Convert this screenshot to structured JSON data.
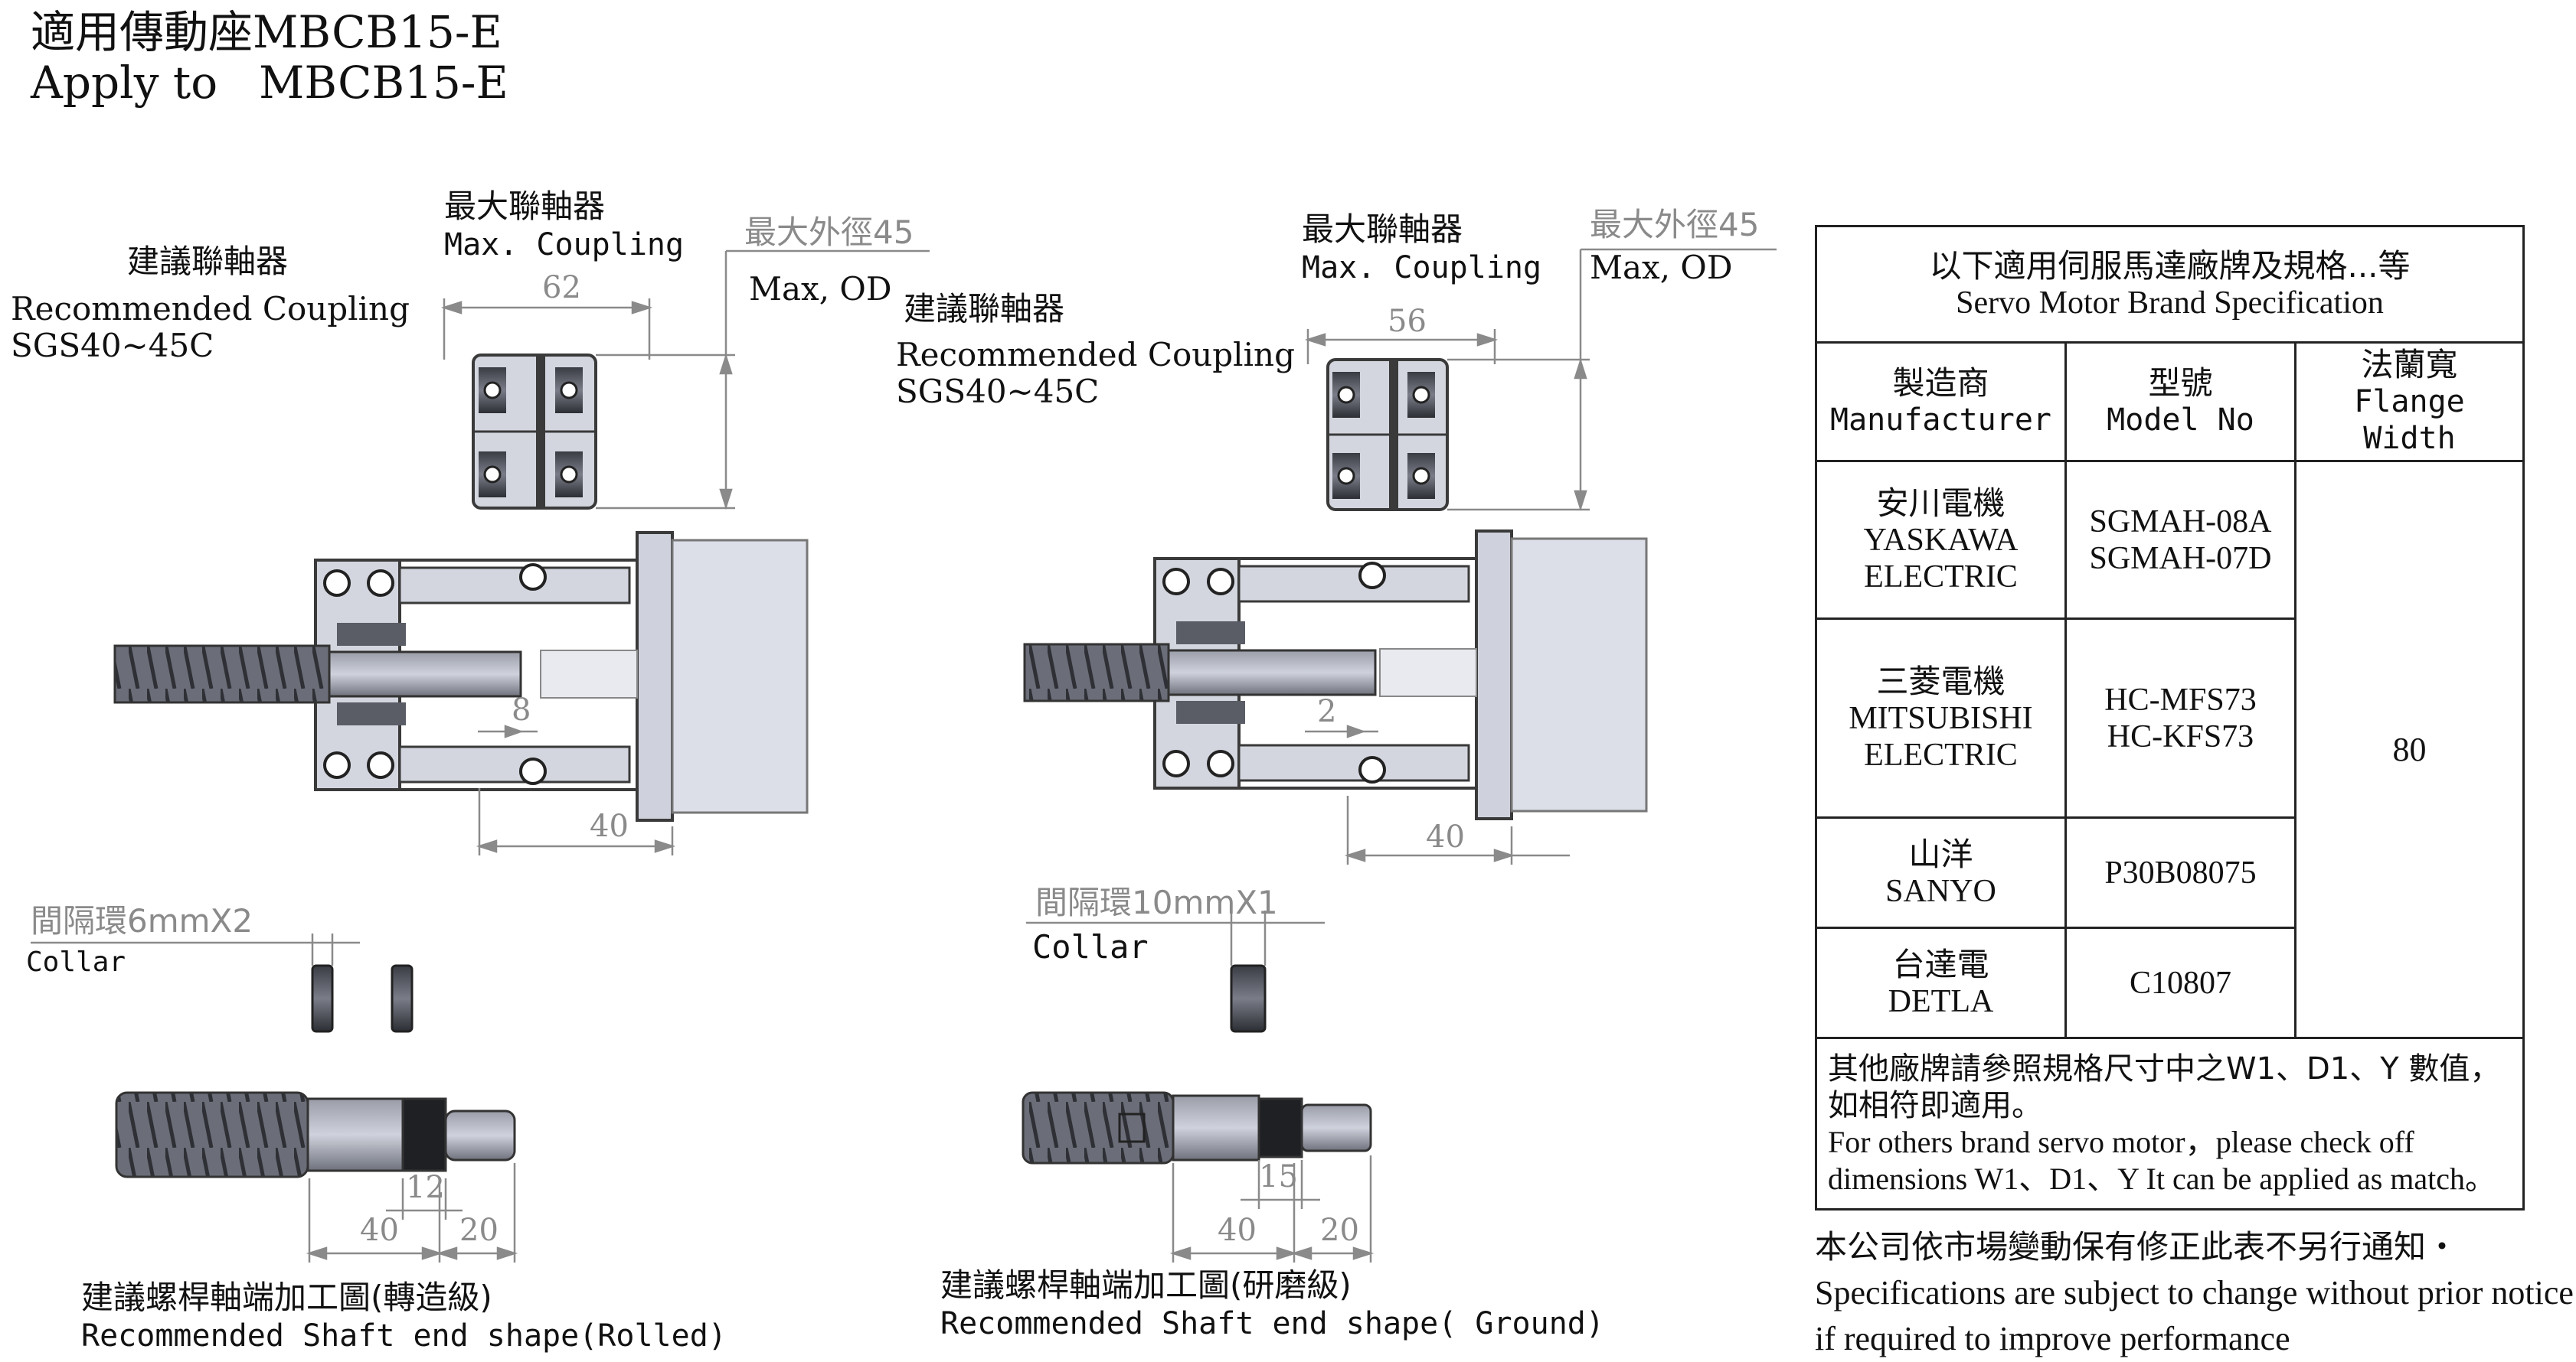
{
  "header": {
    "title_zh": "適用傳動座MBCB15-E",
    "title_en_prefix": "Apply to",
    "title_en_model": "MBCB15-E"
  },
  "left_view": {
    "max_coupling_zh": "最大聯軸器",
    "max_coupling_en": "Max. Coupling",
    "max_od_zh": "最大外徑45",
    "max_od_en": "Max, OD",
    "rec_coupling_zh": "建議聯軸器",
    "rec_coupling_en": "Recommended Coupling",
    "rec_coupling_model": "SGS40~45C",
    "dim_coupling_len": "62",
    "dim_gap": "8",
    "dim_flange": "40",
    "collar_zh": "間隔環6mmX2",
    "collar_en": "Collar",
    "dim_thread": "12",
    "dim_shaft_a": "40",
    "dim_shaft_b": "20",
    "caption_zh": "建議螺桿軸端加工圖(轉造級)",
    "caption_en": "Recommended Shaft end shape(Rolled)"
  },
  "right_view": {
    "max_coupling_zh": "最大聯軸器",
    "max_coupling_en": "Max. Coupling",
    "max_od_zh": "最大外徑45",
    "max_od_en": "Max, OD",
    "rec_coupling_zh": "建議聯軸器",
    "rec_coupling_en": "Recommended Coupling",
    "rec_coupling_model": "SGS40~45C",
    "dim_coupling_len": "56",
    "dim_gap": "2",
    "dim_flange": "40",
    "collar_zh": "間隔環10mmX1",
    "collar_en": "Collar",
    "dim_thread": "15",
    "dim_shaft_a": "40",
    "dim_shaft_b": "20",
    "caption_zh": "建議螺桿軸端加工圖(研磨級)",
    "caption_en": "Recommended Shaft end shape( Ground)"
  },
  "spec_table": {
    "title_zh": "以下適用伺服馬達廠牌及規格...等",
    "title_en": "Servo Motor Brand Specification",
    "headers": [
      {
        "zh": "製造商",
        "en": "Manufacturer"
      },
      {
        "zh": "型號",
        "en": "Model No"
      },
      {
        "zh": "法蘭寬",
        "en": "Flange Width"
      }
    ],
    "rows": [
      {
        "maker_zh": "安川電機",
        "maker_en1": "YASKAWA",
        "maker_en2": "ELECTRIC",
        "model1": "SGMAH-08A",
        "model2": "SGMAH-07D"
      },
      {
        "maker_zh": "三菱電機",
        "maker_en1": "MITSUBISHI",
        "maker_en2": "ELECTRIC",
        "model1": "HC-MFS73",
        "model2": "HC-KFS73"
      },
      {
        "maker_zh": "山洋",
        "maker_en1": "SANYO",
        "maker_en2": "",
        "model1": "P30B08075",
        "model2": ""
      },
      {
        "maker_zh": "台達電",
        "maker_en1": "DETLA",
        "maker_en2": "",
        "model1": "C10807",
        "model2": ""
      }
    ],
    "flange_width": "80",
    "note_zh": "其他廠牌請參照規格尺寸中之W1、D1、Y 數值，如相符即適用。",
    "note_en": "For others brand servo motor，please check off dimensions W1、D1、Y It can be applied as match。"
  },
  "footer": {
    "zh": "本公司依市場變動保有修正此表不另行通知・",
    "en1": "Specifications are subject to change without prior notice",
    "en2": "if required to improve performance"
  },
  "colors": {
    "part_fill": "#d3d6de",
    "part_stroke": "#3a3a3a",
    "dark_part": "#4a4d56",
    "dim_line": "#8a8a8a",
    "motor_fill": "#dcdfe8"
  }
}
